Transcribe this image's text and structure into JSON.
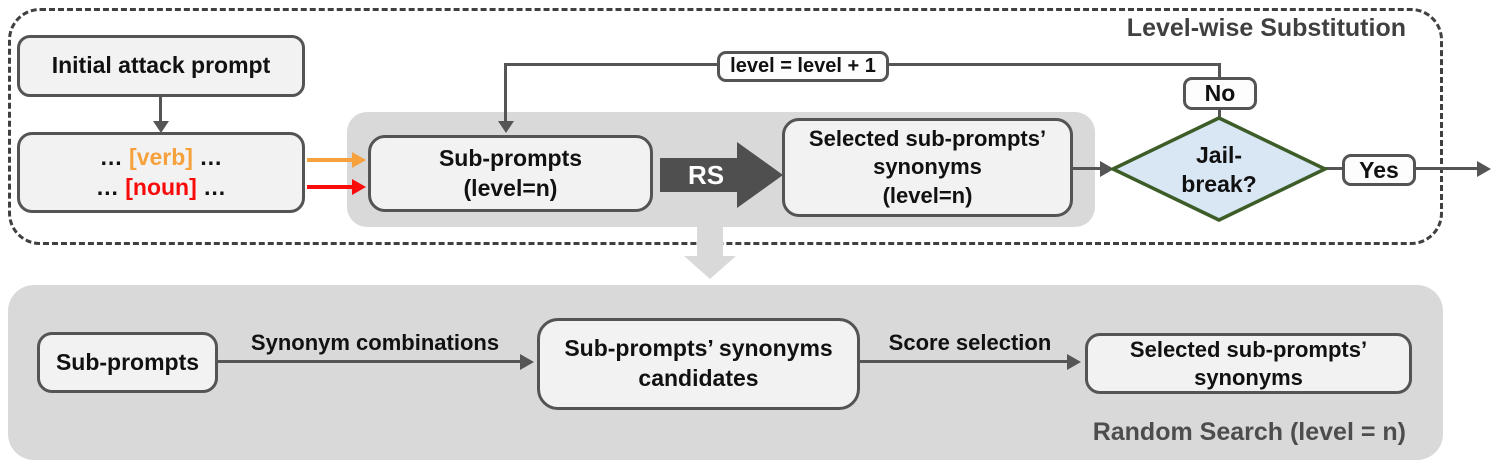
{
  "colors": {
    "panel_gray": "#d9d9d9",
    "box_fill": "#f2f2f2",
    "box_border": "#545454",
    "line_dark": "#555555",
    "rs_arrow": "#4f4f4f",
    "orange": "#f7a13d",
    "red": "#f90b0b",
    "diamond_fill": "#d9e7f5",
    "diamond_border": "#3d5d28",
    "title_text": "#404040",
    "rs_title_text": "#4d4d4d"
  },
  "level_wise": {
    "title": "Level-wise Substitution",
    "initial_attack_prompt": "Initial attack prompt",
    "template_box": {
      "ellipsis": "…",
      "verb_token": "[verb]",
      "noun_token": "[noun]"
    },
    "sub_prompts": {
      "line1": "Sub-prompts",
      "line2": "(level=n)"
    },
    "rs_arrow_label": "RS",
    "selected_synonyms": {
      "line1": "Selected sub-prompts’",
      "line2": "synonyms",
      "line3": "(level=n)"
    },
    "level_increment_label": "level = level + 1",
    "no_label": "No",
    "yes_label": "Yes",
    "jailbreak": {
      "line1": "Jail-",
      "line2": "break?"
    }
  },
  "random_search": {
    "sub_prompts": "Sub-prompts",
    "synonym_combinations_label": "Synonym combinations",
    "candidates": {
      "line1": "Sub-prompts’ synonyms",
      "line2": "candidates"
    },
    "score_selection_label": "Score selection",
    "selected_synonyms": {
      "line1": "Selected sub-prompts’",
      "line2": "synonyms"
    },
    "panel_title": "Random Search (level = n)"
  }
}
